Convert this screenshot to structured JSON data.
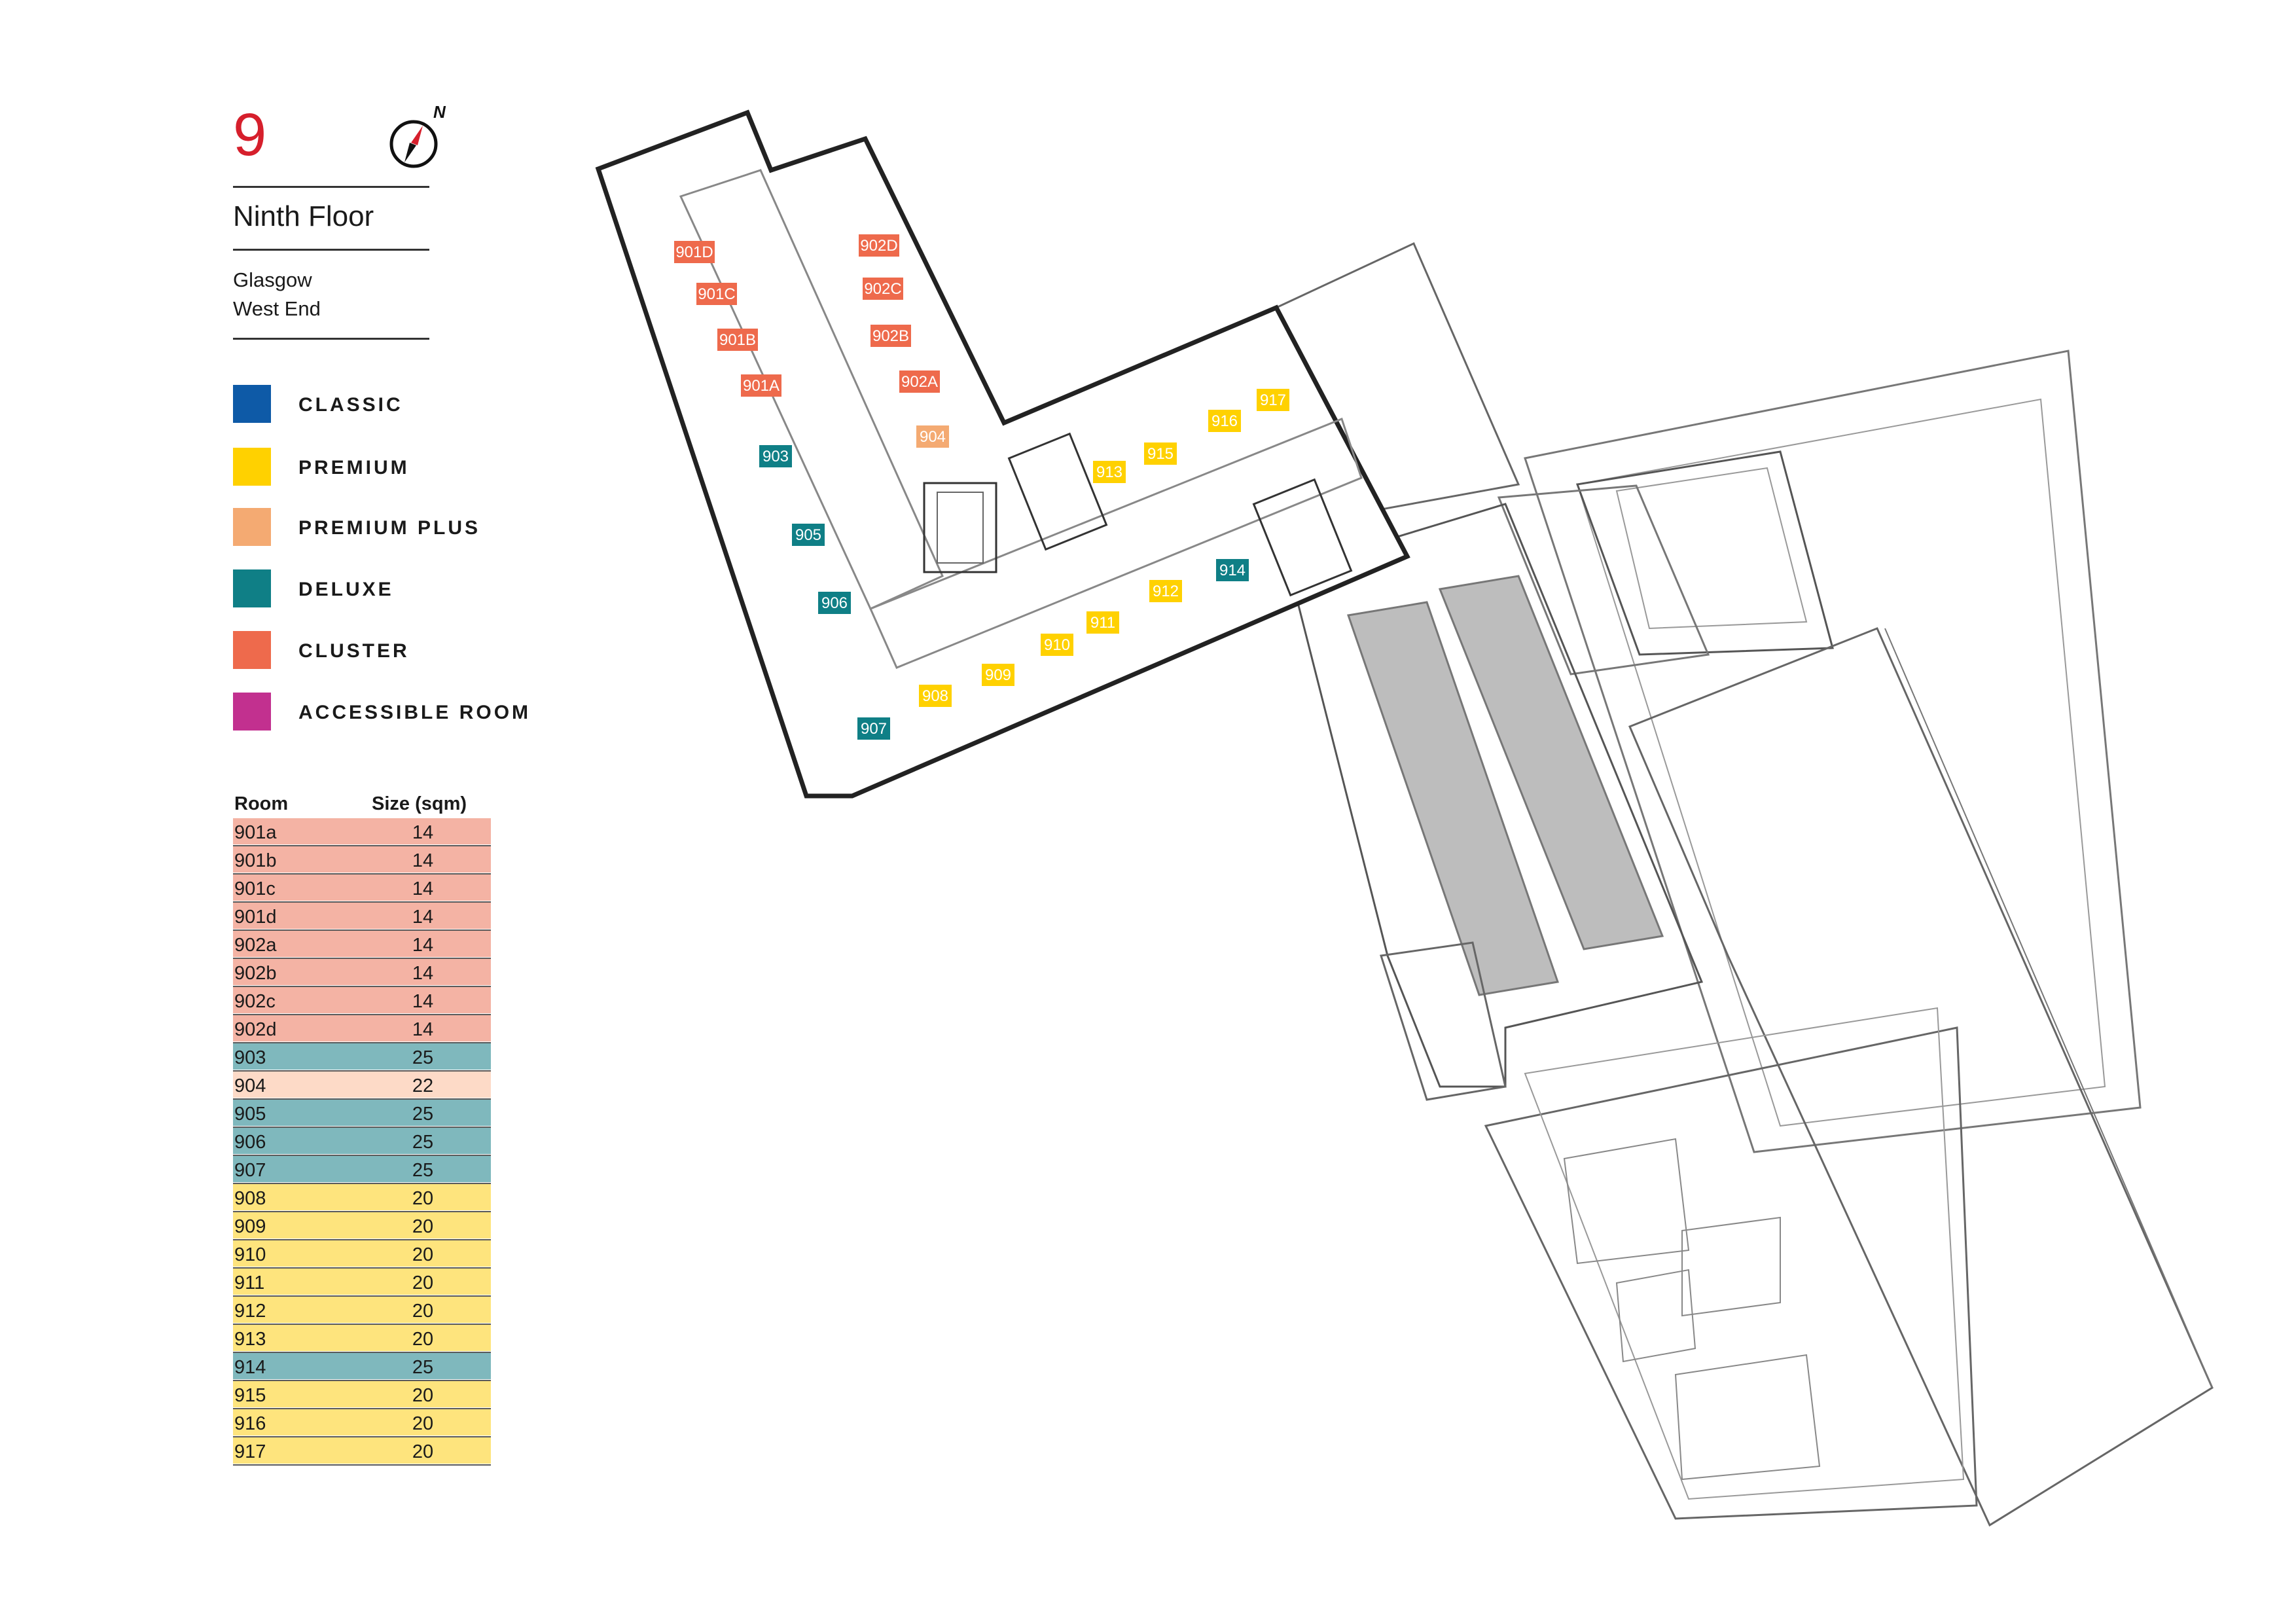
{
  "header": {
    "floor_number": "9",
    "floor_name": "Ninth Floor",
    "location_line1": "Glasgow",
    "location_line2": "West End",
    "compass_label": "N"
  },
  "colors": {
    "classic": "#0e5aa7",
    "premium": "#ffd100",
    "premium_plus": "#f4aa72",
    "deluxe": "#0f7f86",
    "cluster": "#ee6a4c",
    "accessible": "#c2308f",
    "row_cluster": "#f4b3a4",
    "row_deluxe": "#7fb8bd",
    "row_premium_plus": "#fddac7",
    "row_premium": "#fee47d"
  },
  "legend": [
    {
      "key": "classic",
      "label": "CLASSIC"
    },
    {
      "key": "premium",
      "label": "PREMIUM"
    },
    {
      "key": "premium_plus",
      "label": "PREMIUM PLUS"
    },
    {
      "key": "deluxe",
      "label": "DELUXE"
    },
    {
      "key": "cluster",
      "label": "CLUSTER"
    },
    {
      "key": "accessible",
      "label": "ACCESSIBLE ROOM"
    }
  ],
  "table": {
    "col_room": "Room",
    "col_size": "Size (sqm)",
    "rows": [
      {
        "room": "901a",
        "size": "14",
        "type": "cluster"
      },
      {
        "room": "901b",
        "size": "14",
        "type": "cluster"
      },
      {
        "room": "901c",
        "size": "14",
        "type": "cluster"
      },
      {
        "room": "901d",
        "size": "14",
        "type": "cluster"
      },
      {
        "room": "902a",
        "size": "14",
        "type": "cluster"
      },
      {
        "room": "902b",
        "size": "14",
        "type": "cluster"
      },
      {
        "room": "902c",
        "size": "14",
        "type": "cluster"
      },
      {
        "room": "902d",
        "size": "14",
        "type": "cluster"
      },
      {
        "room": "903",
        "size": "25",
        "type": "deluxe"
      },
      {
        "room": "904",
        "size": "22",
        "type": "premium_plus"
      },
      {
        "room": "905",
        "size": "25",
        "type": "deluxe"
      },
      {
        "room": "906",
        "size": "25",
        "type": "deluxe"
      },
      {
        "room": "907",
        "size": "25",
        "type": "deluxe"
      },
      {
        "room": "908",
        "size": "20",
        "type": "premium"
      },
      {
        "room": "909",
        "size": "20",
        "type": "premium"
      },
      {
        "room": "910",
        "size": "20",
        "type": "premium"
      },
      {
        "room": "911",
        "size": "20",
        "type": "premium"
      },
      {
        "room": "912",
        "size": "20",
        "type": "premium"
      },
      {
        "room": "913",
        "size": "20",
        "type": "premium"
      },
      {
        "room": "914",
        "size": "25",
        "type": "deluxe"
      },
      {
        "room": "915",
        "size": "20",
        "type": "premium"
      },
      {
        "room": "916",
        "size": "20",
        "type": "premium"
      },
      {
        "room": "917",
        "size": "20",
        "type": "premium"
      }
    ]
  },
  "map_labels": [
    {
      "text": "901D",
      "type": "cluster"
    },
    {
      "text": "901C",
      "type": "cluster"
    },
    {
      "text": "901B",
      "type": "cluster"
    },
    {
      "text": "901A",
      "type": "cluster"
    },
    {
      "text": "902D",
      "type": "cluster"
    },
    {
      "text": "902C",
      "type": "cluster"
    },
    {
      "text": "902B",
      "type": "cluster"
    },
    {
      "text": "902A",
      "type": "cluster"
    },
    {
      "text": "903",
      "type": "deluxe"
    },
    {
      "text": "904",
      "type": "premium_plus"
    },
    {
      "text": "905",
      "type": "deluxe"
    },
    {
      "text": "906",
      "type": "deluxe"
    },
    {
      "text": "907",
      "type": "deluxe"
    },
    {
      "text": "908",
      "type": "premium"
    },
    {
      "text": "909",
      "type": "premium"
    },
    {
      "text": "910",
      "type": "premium"
    },
    {
      "text": "911",
      "type": "premium"
    },
    {
      "text": "912",
      "type": "premium"
    },
    {
      "text": "913",
      "type": "premium"
    },
    {
      "text": "914",
      "type": "deluxe"
    },
    {
      "text": "915",
      "type": "premium"
    },
    {
      "text": "916",
      "type": "premium"
    },
    {
      "text": "917",
      "type": "premium"
    }
  ]
}
